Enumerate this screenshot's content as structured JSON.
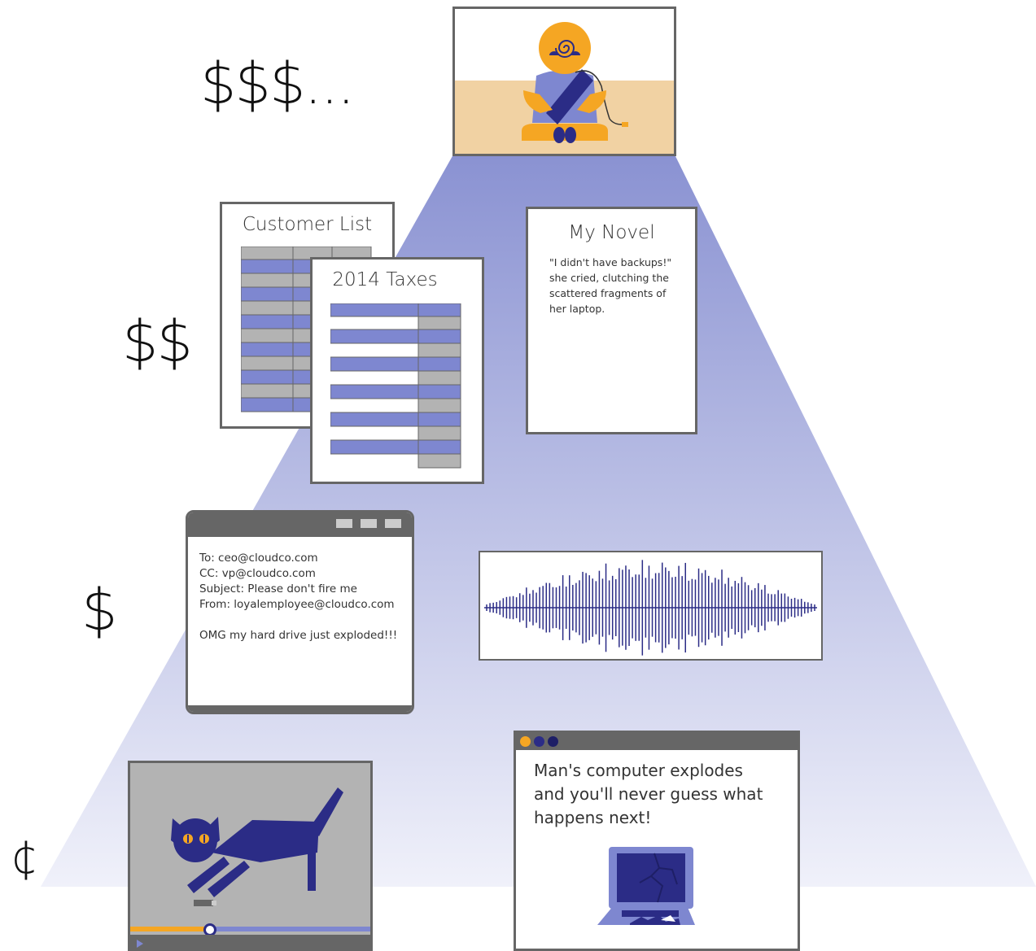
{
  "tiers": {
    "top": "$$$...",
    "high": "$$",
    "mid": "$",
    "low": "¢"
  },
  "customer_list": {
    "title": "Customer List"
  },
  "taxes": {
    "title": "2014 Taxes"
  },
  "novel": {
    "title": "My Novel",
    "excerpt": "\"I didn't have backups!\" she cried, clutching the scattered fragments of her laptop."
  },
  "email": {
    "to": "To: ceo@cloudco.com",
    "cc": "CC: vp@cloudco.com",
    "subject": "Subject: Please don't fire me",
    "from": "From: loyalemployee@cloudco.com",
    "body": "OMG my hard drive just exploded!!!"
  },
  "news": {
    "headline": "Man's computer explodes and you'll never guess what happens next!"
  },
  "video": {
    "progress": 0.33
  },
  "colors": {
    "pyramid_top": "#8a92d2",
    "pyramid_bottom": "#f0f1fa",
    "accent_orange": "#f5a623",
    "navy": "#2b2c86",
    "periwinkle": "#7e87d0",
    "table_gray": "#b3b3b3",
    "sand": "#f1d2a3",
    "frame_gray": "#666666"
  },
  "icons": [
    "person-with-laptop-icon",
    "cat-icon",
    "broken-laptop-icon",
    "audio-waveform-icon",
    "play-icon"
  ]
}
